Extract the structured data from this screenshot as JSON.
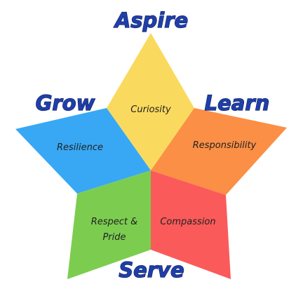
{
  "headings": {
    "top": "Aspire",
    "left": "Grow",
    "right": "Learn",
    "bottom": "Serve"
  },
  "values": {
    "top": "Curiosity",
    "left": "Resilience",
    "right": "Responsibility",
    "bottom_left_line1": "Respect &",
    "bottom_left_line2": "Pride",
    "bottom_right": "Compassion"
  },
  "colors": {
    "heading_text": "#1f3fa8",
    "heading_outline": "#0d1f66",
    "value_text": "#222222",
    "top_segment": "#fada5e",
    "left_segment": "#38a8f4",
    "right_segment": "#fb8f45",
    "bottom_left_segment": "#7ccd4f",
    "bottom_right_segment": "#fb5a5a"
  }
}
